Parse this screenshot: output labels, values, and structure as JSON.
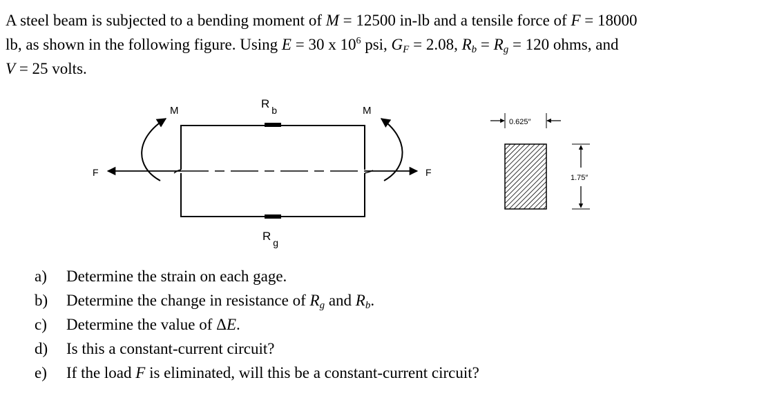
{
  "problem": {
    "s1": "A steel beam is subjected to a bending moment of ",
    "M": "M",
    "eq": " = ",
    "M_val": "12500 in-lb",
    "s2": " and a tensile force of ",
    "F": "F",
    "F_val": "18000",
    "s3": "lb, as shown in the following figure. Using ",
    "E": "E",
    "E_val": "30 x 10",
    "E_exp": "6",
    "E_unit": " psi, ",
    "G": "G",
    "G_sub": "F",
    "G_val": "2.08",
    "comma": ", ",
    "R": "R",
    "b": "b",
    "g": "g",
    "R_val": "120 ohms",
    "and": ", and",
    "V": "V",
    "V_val": "25 volts."
  },
  "figure": {
    "label_M_left": "M",
    "label_M_right": "M",
    "label_F_left": "F",
    "label_F_right": "F",
    "label_Rb_R": "R",
    "label_Rb_sub": "b",
    "label_Rg_R": "R",
    "label_Rg_sub": "g",
    "width_dim": "0.625″",
    "height_dim": "1.75″"
  },
  "questions": [
    {
      "marker": "a)",
      "text": "Determine the strain on each gage."
    },
    {
      "marker": "b)",
      "pre": "Determine the change in resistance of ",
      "R": "R",
      "g": "g",
      "mid": " and ",
      "b": "b",
      "post": "."
    },
    {
      "marker": "c)",
      "pre": "Determine the value of ",
      "delta": "Δ",
      "E": "E",
      "post": "."
    },
    {
      "marker": "d)",
      "text": "Is this a constant-current circuit?"
    },
    {
      "marker": "e)",
      "pre": "If the load ",
      "F": "F",
      "post": " is eliminated, will this be a constant-current circuit?"
    }
  ]
}
